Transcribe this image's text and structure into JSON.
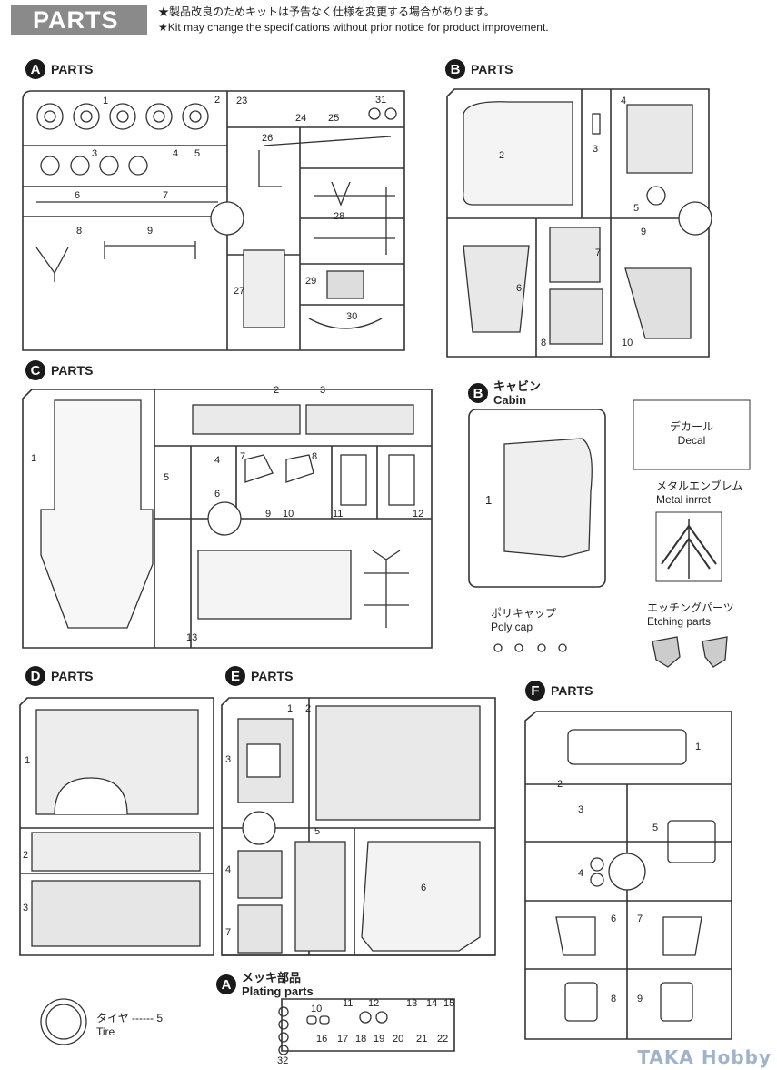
{
  "header": {
    "title": "PARTS",
    "note_jp": "★製品改良のためキットは予告なく仕様を変更する場合があります。",
    "note_en": "★Kit may change the specifications without prior notice for product improvement."
  },
  "sections": {
    "A": {
      "letter": "A",
      "label": "PARTS",
      "nums": [
        "1",
        "2",
        "3",
        "4",
        "5",
        "6",
        "7",
        "8",
        "9",
        "23",
        "24",
        "25",
        "31",
        "26",
        "28",
        "27",
        "29",
        "30"
      ]
    },
    "B": {
      "letter": "B",
      "label": "PARTS",
      "nums": [
        "2",
        "3",
        "4",
        "5",
        "9",
        "6",
        "7",
        "8",
        "10"
      ]
    },
    "C": {
      "letter": "C",
      "label": "PARTS",
      "nums": [
        "1",
        "2",
        "3",
        "4",
        "5",
        "6",
        "7",
        "8",
        "9",
        "10",
        "11",
        "12",
        "13"
      ]
    },
    "D": {
      "letter": "D",
      "label": "PARTS",
      "nums": [
        "1",
        "2",
        "3"
      ]
    },
    "E": {
      "letter": "E",
      "label": "PARTS",
      "nums": [
        "1",
        "2",
        "3",
        "4",
        "5",
        "6",
        "7"
      ]
    },
    "F": {
      "letter": "F",
      "label": "PARTS",
      "nums": [
        "1",
        "2",
        "3",
        "4",
        "5",
        "6",
        "7",
        "8",
        "9"
      ]
    }
  },
  "cabin": {
    "letter": "B",
    "label_jp": "キャビン",
    "label_en": "Cabin",
    "num": "1"
  },
  "decal": {
    "label_jp": "デカール",
    "label_en": "Decal"
  },
  "metal": {
    "label_jp": "メタルエンブレム",
    "label_en": "Metal inrret"
  },
  "polycap": {
    "label_jp": "ポリキャップ",
    "label_en": "Poly cap"
  },
  "etching": {
    "label_jp": "エッチングパーツ",
    "label_en": "Etching parts"
  },
  "plating": {
    "letter": "A",
    "label_jp": "メッキ部品",
    "label_en": "Plating parts",
    "nums": [
      "10",
      "11",
      "12",
      "13",
      "14",
      "15",
      "16",
      "17",
      "18",
      "19",
      "20",
      "21",
      "22",
      "32"
    ]
  },
  "tire": {
    "label_jp": "タイヤ",
    "dots": "------",
    "count": "5",
    "label_en": "Tire"
  },
  "watermark": "TAKA Hobby"
}
